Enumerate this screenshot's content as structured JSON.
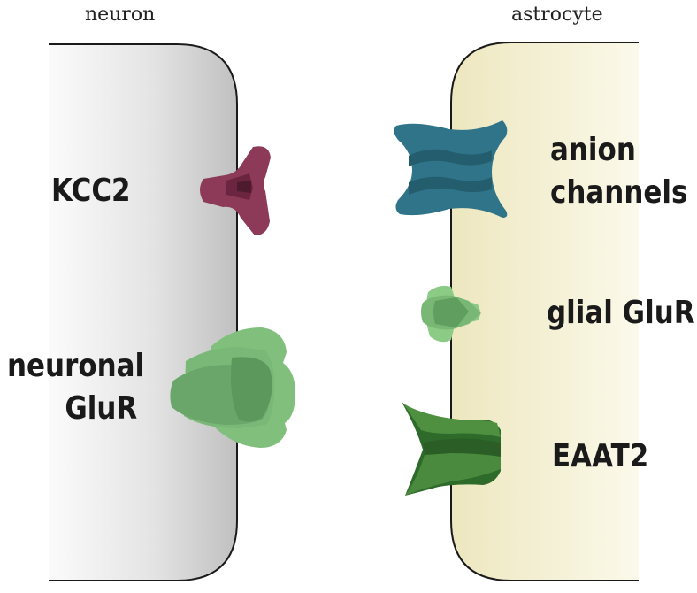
{
  "captions": {
    "left": "neuron",
    "right": "astrocyte"
  },
  "labels": {
    "kcc2": "KCC2",
    "neuronal_glur_1": "neuronal",
    "neuronal_glur_2": "GluR",
    "anion_1": "anion",
    "anion_2": "channels",
    "glial_glur": "glial GluR",
    "eaat2": "EAAT2"
  },
  "colors": {
    "neuron_membrane_light": "#f4f4f4",
    "neuron_membrane_dark": "#c2c2c2",
    "astrocyte_membrane": "#f2eecb",
    "kcc2": "#8c3a57",
    "anion_channel": "#2b6f82",
    "glur_green": "#6aad6a",
    "eaat2_green": "#3f7f34"
  }
}
